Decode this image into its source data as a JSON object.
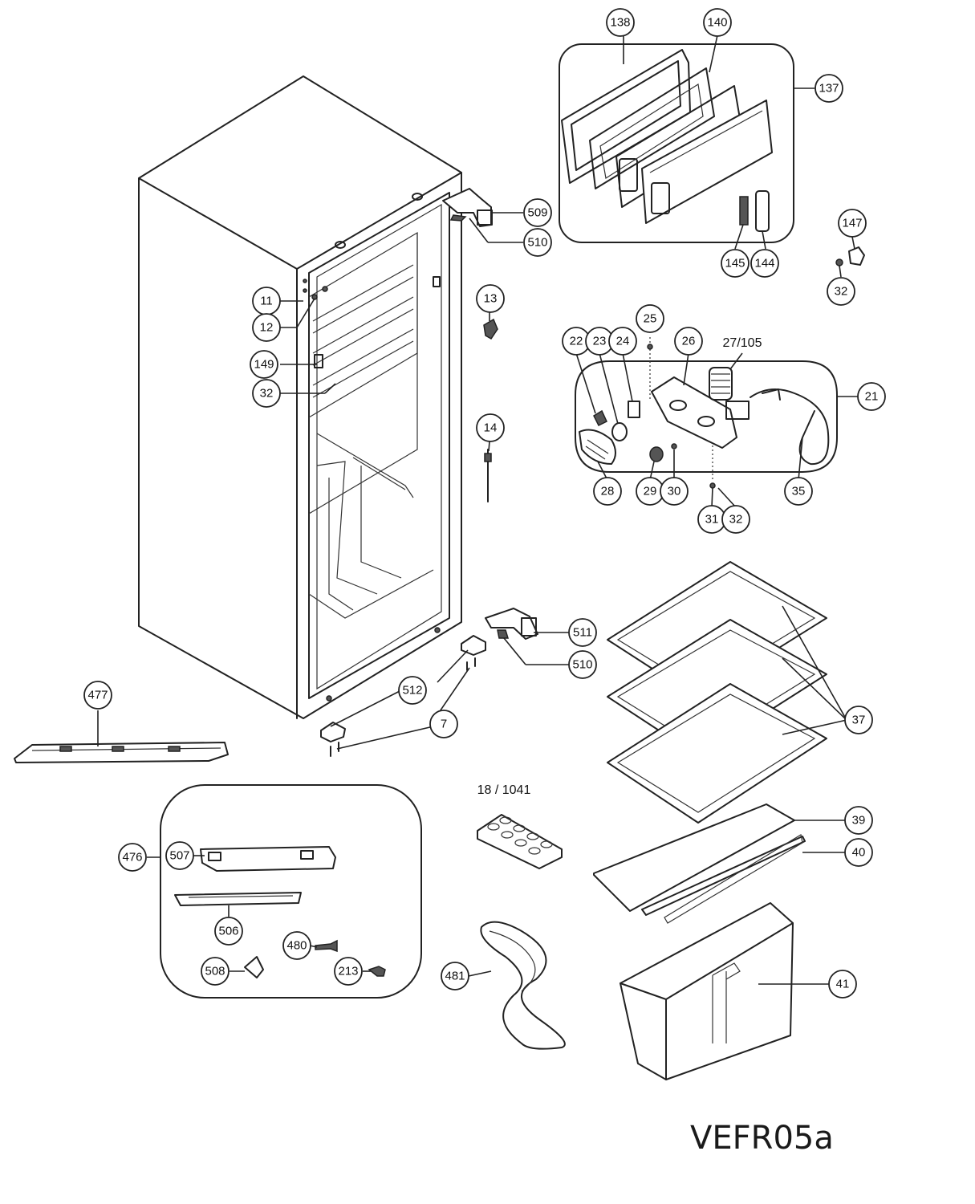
{
  "diagram": {
    "reference_code": "VEFR05a",
    "text_labels": {
      "t27_105": "27/105",
      "t18_1041": "18 / 1041"
    },
    "callouts": {
      "c138": "138",
      "c140": "140",
      "c137": "137",
      "c509": "509",
      "c510a": "510",
      "c145": "145",
      "c144": "144",
      "c147": "147",
      "c32a": "32",
      "c11": "11",
      "c12": "12",
      "c13": "13",
      "c149": "149",
      "c32b": "32",
      "c14": "14",
      "c22": "22",
      "c23": "23",
      "c24": "24",
      "c25": "25",
      "c26": "26",
      "c21": "21",
      "c28": "28",
      "c29": "29",
      "c30": "30",
      "c35": "35",
      "c31": "31",
      "c32c": "32",
      "c511": "511",
      "c510b": "510",
      "c512": "512",
      "c7": "7",
      "c477": "477",
      "c37": "37",
      "c476": "476",
      "c507": "507",
      "c506": "506",
      "c480": "480",
      "c508": "508",
      "c213": "213",
      "c39": "39",
      "c40": "40",
      "c481": "481",
      "c41": "41"
    }
  }
}
